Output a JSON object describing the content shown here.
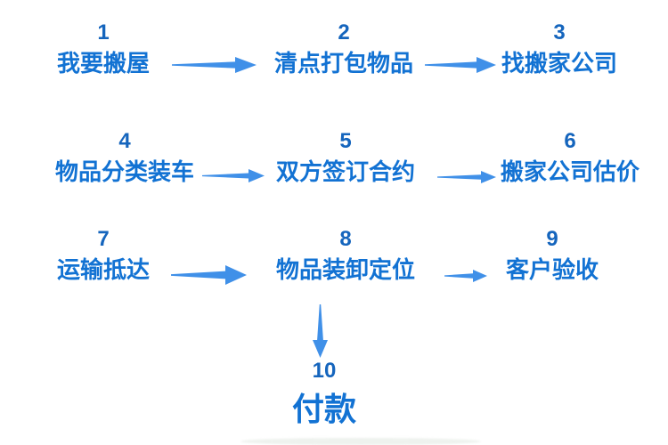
{
  "diagram": {
    "name": "moving-house-process-flowchart",
    "language": "zh"
  },
  "colors": {
    "background": "#ffffff",
    "number": "#1565bd",
    "label": "#1272d3",
    "arrow": "#4090e8"
  },
  "steps": [
    {
      "num": "1",
      "label": "我要搬屋"
    },
    {
      "num": "2",
      "label": "清点打包物品"
    },
    {
      "num": "3",
      "label": "找搬家公司"
    },
    {
      "num": "4",
      "label": "物品分类装车"
    },
    {
      "num": "5",
      "label": "双方签订合约"
    },
    {
      "num": "6",
      "label": "搬家公司估价"
    },
    {
      "num": "7",
      "label": "运输抵达"
    },
    {
      "num": "8",
      "label": "物品装卸定位"
    },
    {
      "num": "9",
      "label": "客户验收"
    },
    {
      "num": "10",
      "label": "付款"
    }
  ],
  "flow": [
    {
      "from": "1",
      "to": "2",
      "direction": "right"
    },
    {
      "from": "2",
      "to": "3",
      "direction": "right"
    },
    {
      "from": "4",
      "to": "5",
      "direction": "right"
    },
    {
      "from": "5",
      "to": "6",
      "direction": "right"
    },
    {
      "from": "7",
      "to": "8",
      "direction": "right"
    },
    {
      "from": "8",
      "to": "9",
      "direction": "right"
    },
    {
      "from": "8",
      "to": "10",
      "direction": "down"
    }
  ]
}
